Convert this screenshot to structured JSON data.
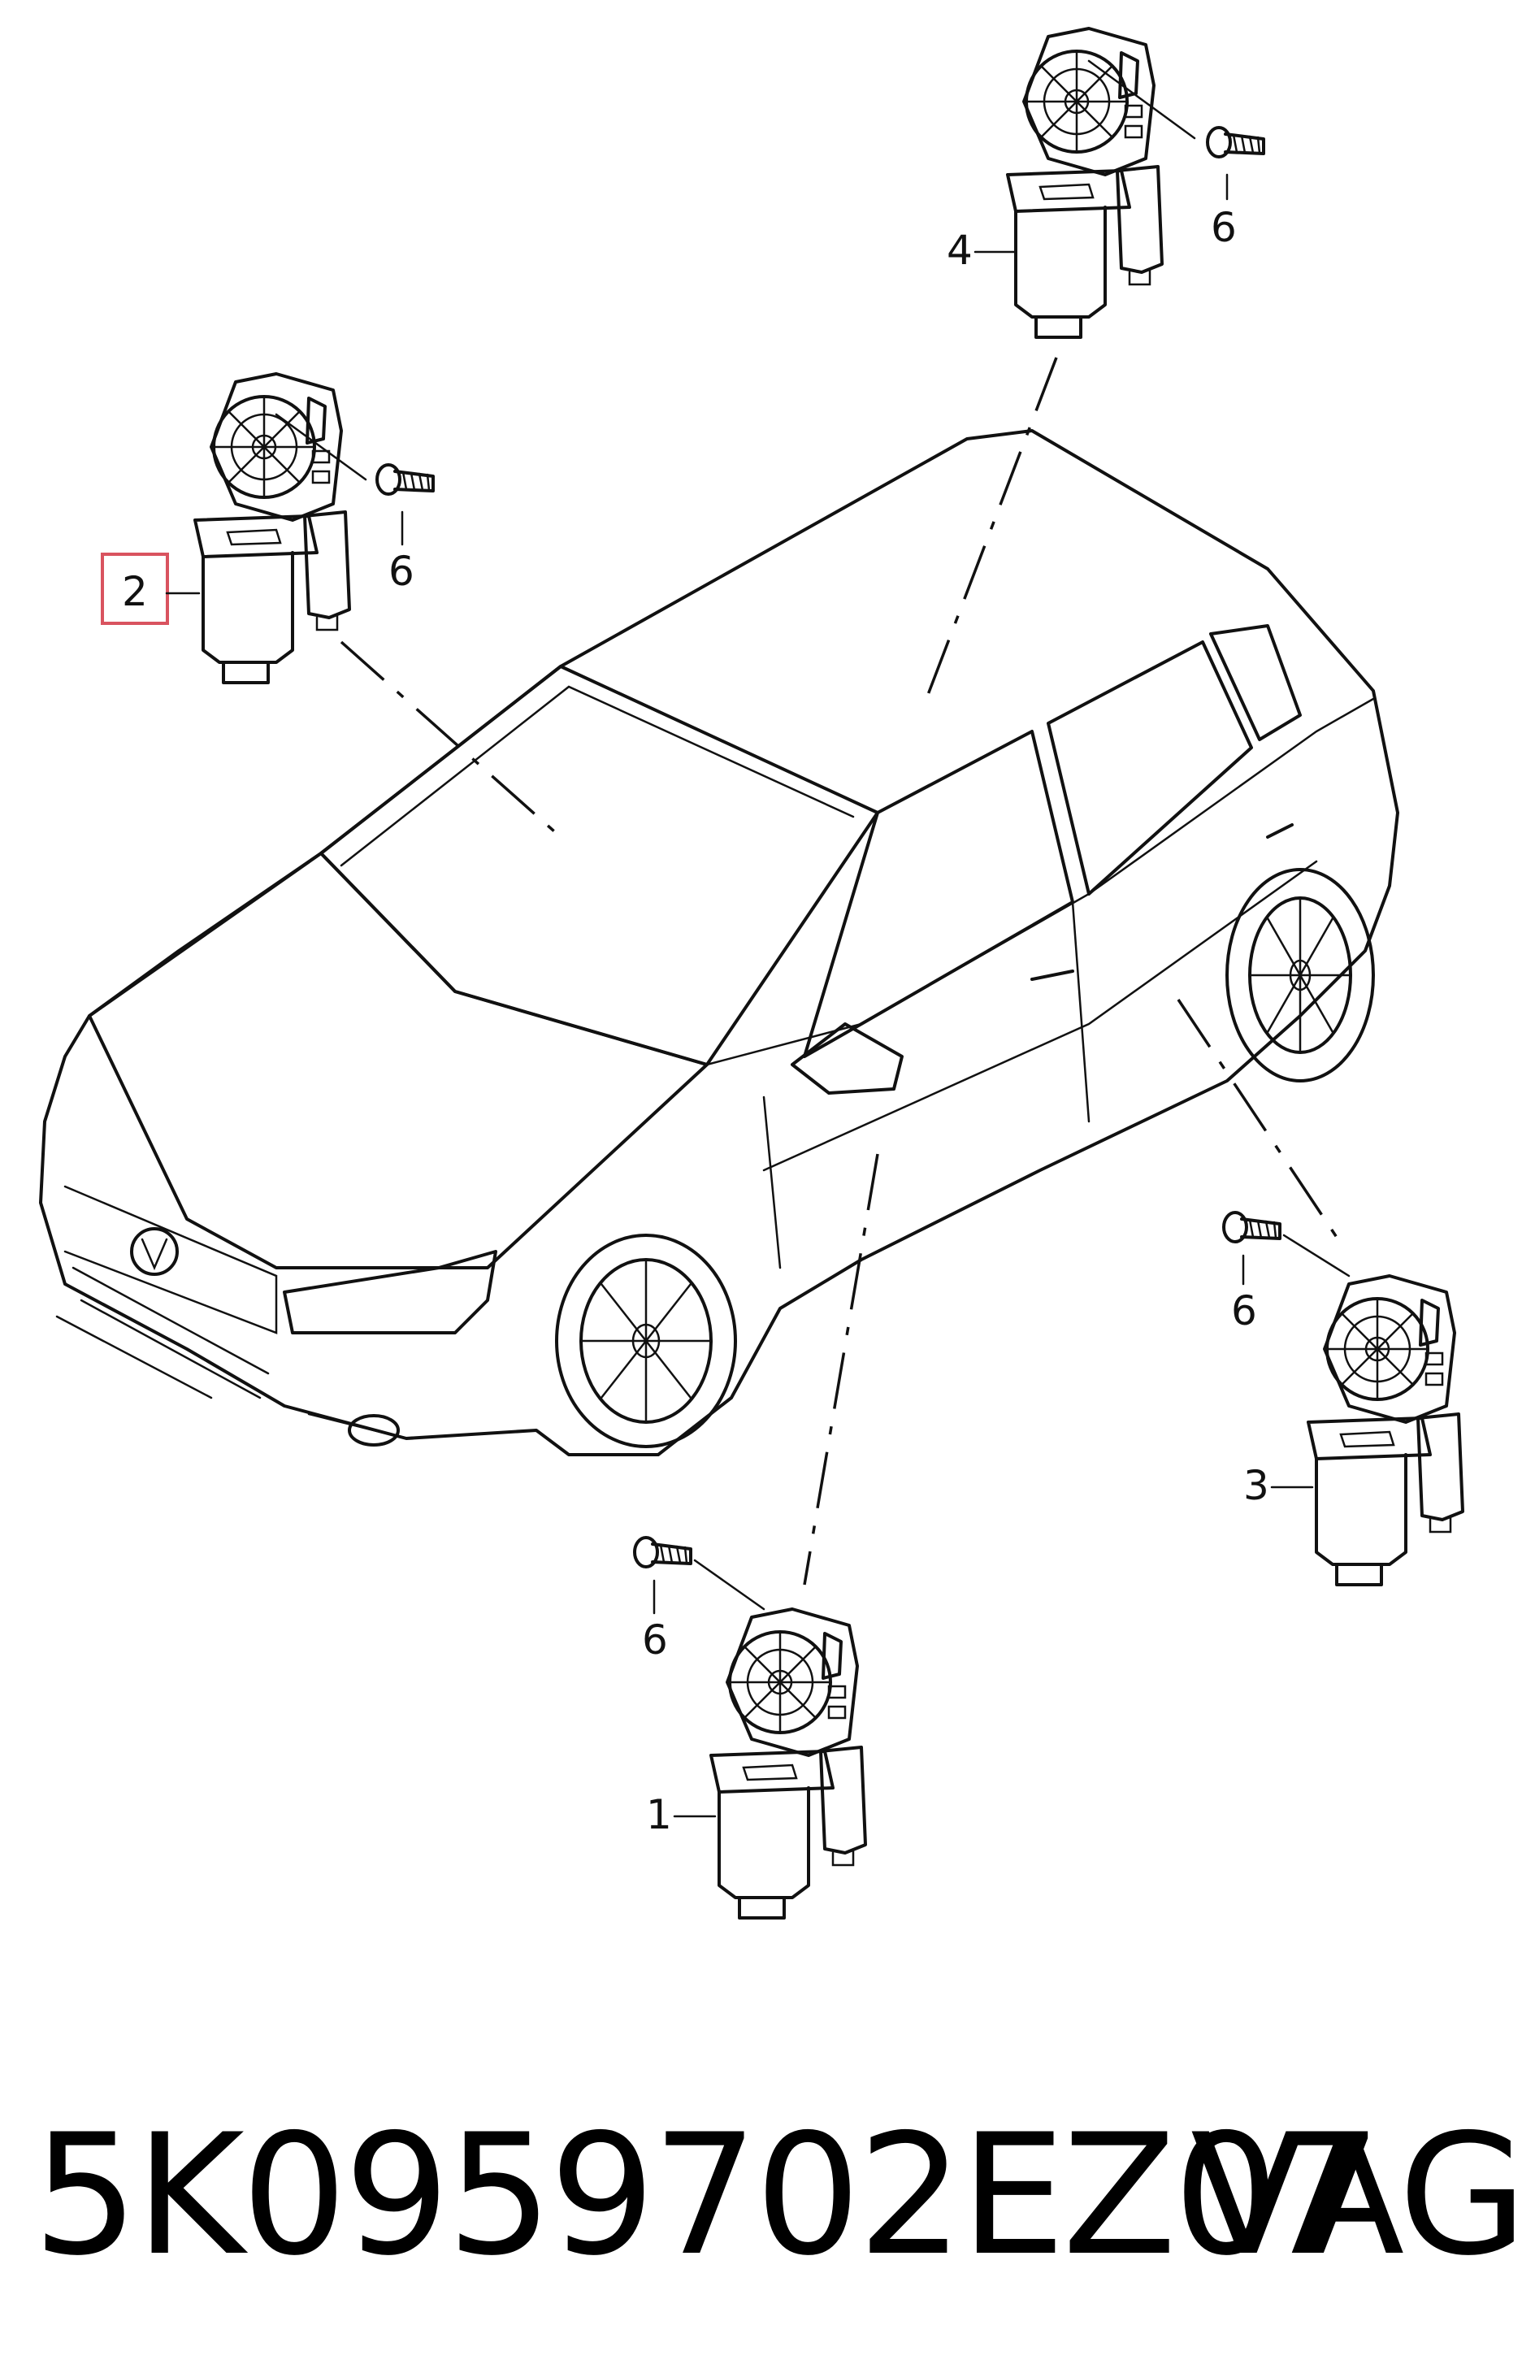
{
  "callouts": {
    "motor_front_left": "2",
    "motor_rear_left": "4",
    "motor_rear_right": "3",
    "motor_front_right": "1",
    "screw_a": "6",
    "screw_b": "6",
    "screw_c": "6",
    "screw_d": "6"
  },
  "highlight_color": "#d9535f",
  "footer": {
    "part_number": "5K0959702EZ07",
    "brand": "VAG"
  }
}
